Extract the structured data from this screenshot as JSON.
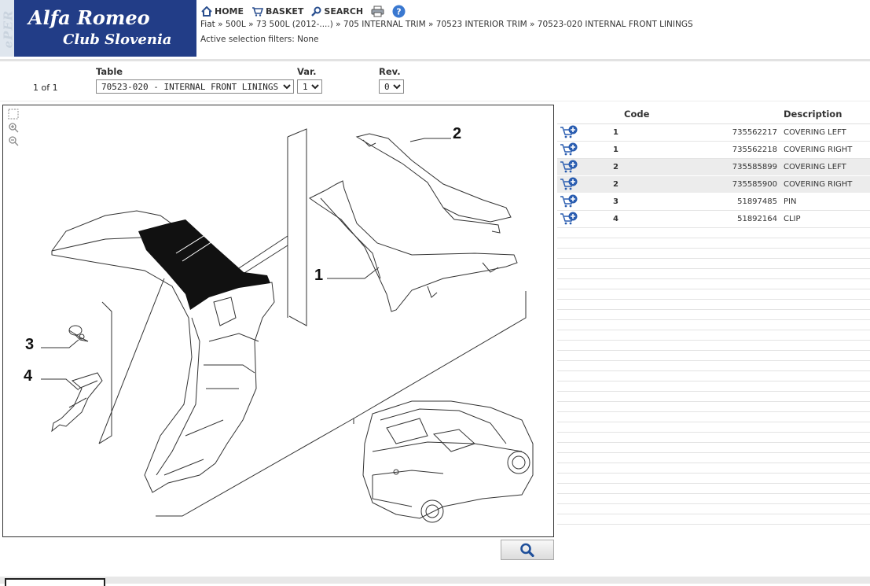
{
  "header": {
    "side_text": "ePER",
    "logo_line1": "Alfa Romeo",
    "logo_line2": "Club Slovenia",
    "nav": {
      "home": "HOME",
      "basket": "BASKET",
      "search": "SEARCH"
    },
    "breadcrumb": "Fiat » 500L » 73 500L (2012-....) » 705 INTERNAL TRIM » 70523 INTERIOR TRIM » 70523-020 INTERNAL FRONT LININGS",
    "filters": "Active selection filters: None"
  },
  "controls": {
    "page_count": "1 of 1",
    "table_label": "Table",
    "table_value": "70523-020 - INTERNAL FRONT LININGS",
    "var_label": "Var.",
    "var_value": "1",
    "rev_label": "Rev.",
    "rev_value": "0"
  },
  "diagram": {
    "callouts": [
      "1",
      "2",
      "3",
      "4"
    ]
  },
  "parts_table": {
    "headers": {
      "code": "Code",
      "description": "Description"
    },
    "rows": [
      {
        "pos": "1",
        "code": "735562217",
        "description": "COVERING LEFT"
      },
      {
        "pos": "1",
        "code": "735562218",
        "description": "COVERING RIGHT"
      },
      {
        "pos": "2",
        "code": "735585899",
        "description": "COVERING LEFT"
      },
      {
        "pos": "2",
        "code": "735585900",
        "description": "COVERING RIGHT"
      },
      {
        "pos": "3",
        "code": "51897485",
        "description": "PIN"
      },
      {
        "pos": "4",
        "code": "51892164",
        "description": "CLIP"
      }
    ]
  },
  "colors": {
    "logo_bg": "#223d87",
    "icon_blue": "#2a5db0",
    "row_alt": "#ececec"
  }
}
